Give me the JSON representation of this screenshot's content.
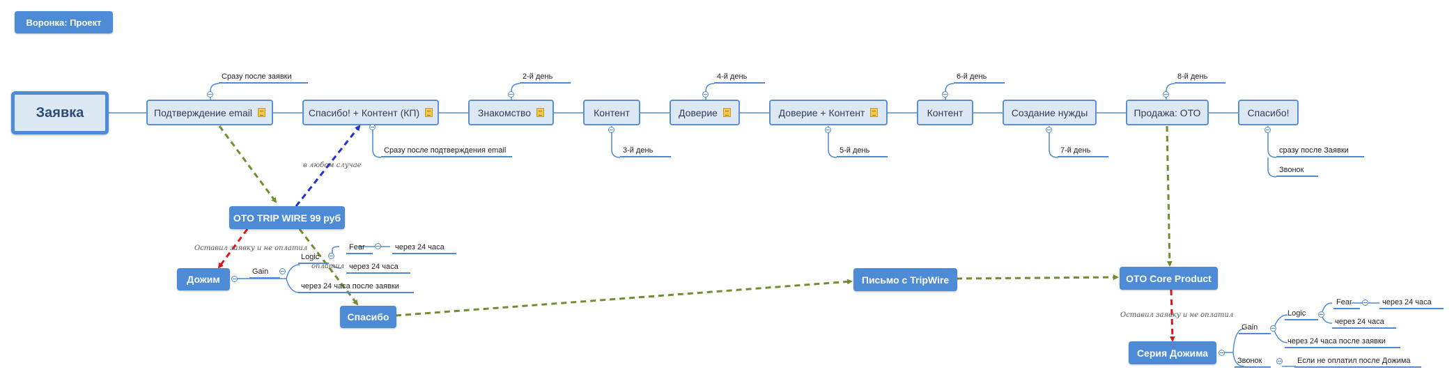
{
  "title_badge": "Воронка: Проект",
  "root": "Заявка",
  "flow": {
    "podtverzhdenie": "Подтверждение email",
    "spasibo_kontent": "Спасибо! + Контент (КП)",
    "znakomstvo": "Знакомство",
    "kontent_1": "Контент",
    "doverie": "Доверие",
    "doverie_kontent": "Доверие +  Контент",
    "kontent_2": "Контент",
    "sozdanie_nuzhdy": "Создание нужды",
    "prodazha_oto": "Продажа: ОТО",
    "spasibo_final": "Спасибо!"
  },
  "timing": {
    "srazu_posle_zayavki": "Сразу после заявки",
    "srazu_posle_podtverzhdeniya": "Сразу после подтверждения email",
    "den_2": "2-й день",
    "den_3": "3-й день",
    "den_4": "4-й день",
    "den_5": "5-й день",
    "den_6": "6-й день",
    "den_7": "7-й день",
    "den_8": "8-й день",
    "spasibo_sub_1": "сразу после Заявки",
    "spasibo_sub_2": "Звонок"
  },
  "offers": {
    "tripwire": "OTO TRIP WIRE 99 руб",
    "dozhim": "Дожим",
    "spasibo": "Спасибо",
    "pismo_tripwire": "Письмо с TripWire",
    "core_product": "OTO Core Product",
    "seriya_dozhima": "Серия Дожима"
  },
  "edge_labels": {
    "v_lyubom_sluchae": "в любом случае",
    "ostavil_left": "Оставил заявку и не оплатил",
    "oplatil": "оплатил",
    "ostavil_right": "Оставил заявку и не оплатил"
  },
  "dozhim_tree": {
    "gain": "Gain",
    "logic": "Logic",
    "fear": "Fear",
    "fear_time": "через 24 часа",
    "logic_time": "через 24 часа",
    "gain_time": "через 24 часа после заявки"
  },
  "seriya_tree": {
    "gain": "Gain",
    "logic": "Logic",
    "fear": "Fear",
    "fear_time": "через 24 часа",
    "logic_time": "через 24 часа",
    "gain_time": "через 24 часа после заявки",
    "zvonok": "Звонок",
    "zvonok_note": "Если не оплатил после Дожима"
  },
  "colors": {
    "accent_blue": "#4d8bd6",
    "topic_fill": "#dde8f5",
    "green_arrow": "#6f8f2e",
    "blue_arrow": "#1f2fd6",
    "red_arrow": "#e0151b"
  }
}
